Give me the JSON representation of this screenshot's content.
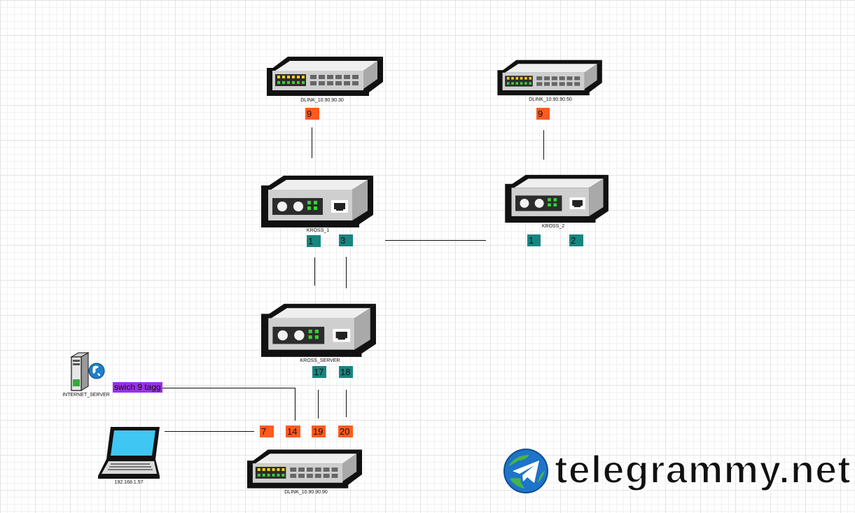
{
  "devices": {
    "dlink_30": {
      "label": "DLINK_10.90.90.30"
    },
    "dlink_50": {
      "label": "DLINK_10.90.90.50"
    },
    "kross_1": {
      "label": "KROSS_1"
    },
    "kross_2": {
      "label": "KROSS_2"
    },
    "kross_server": {
      "label": "KROSS_SERVER"
    },
    "dlink_90": {
      "label": "DLINK_10.90.90.90"
    },
    "internet_server": {
      "label": "INTERNET_SERVER"
    },
    "laptop": {
      "label": "192.168.1.57"
    }
  },
  "ports": {
    "dlink30_p9": "9",
    "dlink50_p9": "9",
    "kross1_p1": "1",
    "kross1_p3": "3",
    "kross2_p1": "1",
    "kross2_p2": "2",
    "krossserver_p17": "17",
    "krossserver_p18": "18",
    "dlink90_p7": "7",
    "dlink90_p14": "14",
    "dlink90_p19": "19",
    "dlink90_p20": "20"
  },
  "annotations": {
    "switch_tag": "swich 9 tagg"
  },
  "watermark": {
    "text": "telegrammy.net"
  },
  "colors": {
    "port_orange": "#ff5a1f",
    "port_teal": "#178580",
    "tag_purple": "#9b30e8"
  }
}
